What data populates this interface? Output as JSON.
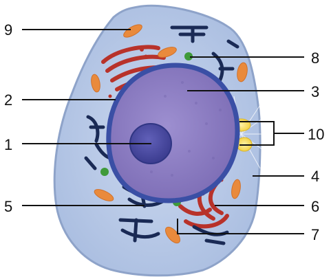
{
  "diagram": {
    "labels": {
      "l1": "1",
      "l2": "2",
      "l3": "3",
      "l4": "4",
      "l5": "5",
      "l6": "6",
      "l7": "7",
      "l8": "8",
      "l9": "9",
      "l10": "10"
    },
    "colors": {
      "cytoplasm": "#b9c9e6",
      "cell_outline": "#8ea3c9",
      "nucleus": "#8677bd",
      "nuclear_envelope": "#3a4fa5",
      "nucleolus": "#4b4aa0",
      "er_rough": "#b8322a",
      "golgi": "#1a2a55",
      "mitochondria": "#e98a3c",
      "ribosome_green": "#3f9a3a",
      "centrioles": "#f2d23b",
      "label_line": "#111111"
    }
  }
}
